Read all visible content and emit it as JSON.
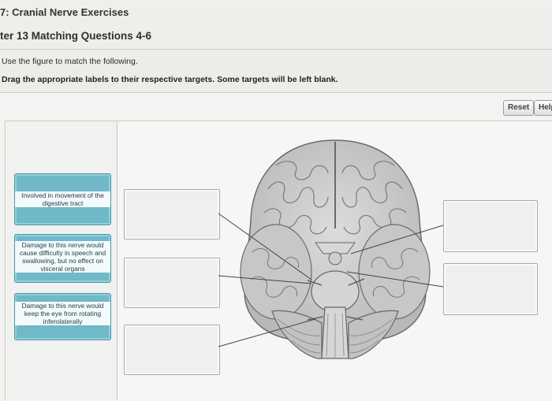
{
  "header": {
    "course_title": "7: Cranial Nerve Exercises",
    "question_title": "ter 13 Matching Questions 4-6"
  },
  "instructions": {
    "line1": "Use the figure to match the following.",
    "line2": "Drag the appropriate labels to their respective targets. Some targets will be left blank."
  },
  "toolbar": {
    "reset_label": "Reset",
    "help_label": "Help"
  },
  "labels": [
    {
      "text": "Involved in movement of the digestive tract"
    },
    {
      "text": "Damage to this nerve would cause difficulty in speech and swallowing, but no effect on visceral organs"
    },
    {
      "text": "Damage to this nerve would keep the eye from rotating inferolaterally"
    }
  ],
  "colors": {
    "label_fill": "#6fb9c8",
    "label_border": "#4c97a8",
    "target_fill": "#efefee"
  }
}
